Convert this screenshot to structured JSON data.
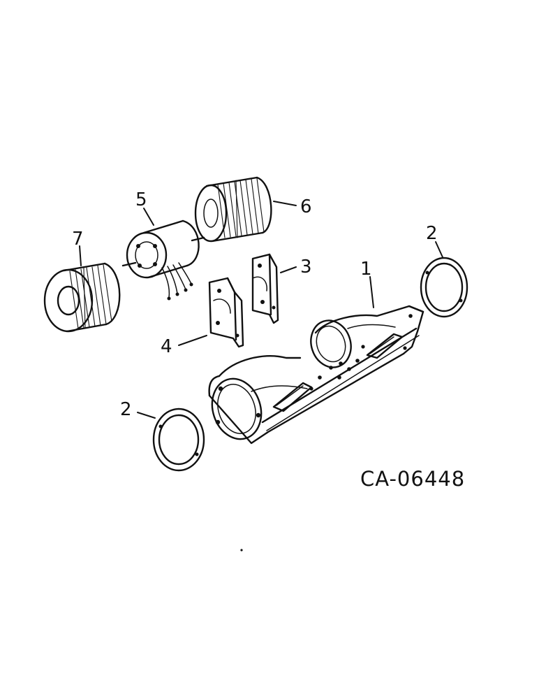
{
  "figure": {
    "id": "CA-06448"
  },
  "callouts": [
    {
      "key": "housing",
      "label": "1"
    },
    {
      "key": "ring_right",
      "label": "2"
    },
    {
      "key": "ring_left",
      "label": "2"
    },
    {
      "key": "bracket_right",
      "label": "3"
    },
    {
      "key": "bracket_left",
      "label": "4"
    },
    {
      "key": "motor",
      "label": "5"
    },
    {
      "key": "wheel_right",
      "label": "6"
    },
    {
      "key": "wheel_left",
      "label": "7"
    }
  ]
}
